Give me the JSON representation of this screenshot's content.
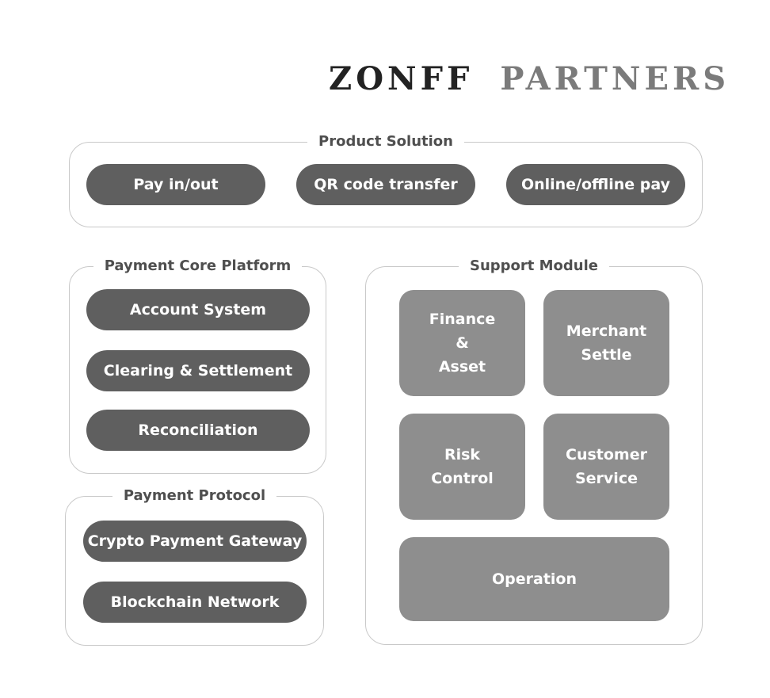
{
  "logo": {
    "word1": "ZONFF",
    "word2": "PARTNERS"
  },
  "product_solution": {
    "title": "Product Solution",
    "items": [
      "Pay in/out",
      "QR code transfer",
      "Online/offline pay"
    ]
  },
  "payment_core_platform": {
    "title": "Payment Core Platform",
    "items": [
      "Account System",
      "Clearing & Settlement",
      "Reconciliation"
    ]
  },
  "payment_protocol": {
    "title": "Payment Protocol",
    "items": [
      "Crypto Payment Gateway",
      "Blockchain Network"
    ]
  },
  "support_module": {
    "title": "Support Module",
    "items": [
      "Finance\n&\nAsset",
      "Merchant\nSettle",
      "Risk\nControl",
      "Customer\nService",
      "Operation"
    ]
  },
  "colors": {
    "pill": "#5f5f5f",
    "tile": "#8e8e8e",
    "border": "#c9c9c9",
    "title_text": "#4f4f4f"
  }
}
